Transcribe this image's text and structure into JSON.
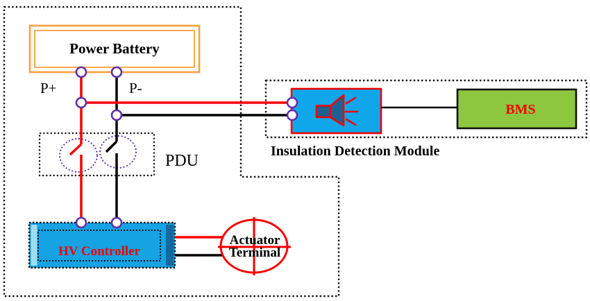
{
  "diagram": {
    "type": "hv-system-schematic",
    "battery": {
      "label": "Power Battery",
      "positive_terminal": "P+",
      "negative_terminal": "P-"
    },
    "pdu": {
      "label": "PDU"
    },
    "hv_controller": {
      "label": "HV Controller"
    },
    "actuator_terminal": {
      "label_line1": "Actuator",
      "label_line2": "Terminal"
    },
    "insulation_module": {
      "label": "Insulation Detection Module"
    },
    "bms": {
      "label": "BMS"
    },
    "colors": {
      "positive_wire": "#F40000",
      "negative_wire": "#000000",
      "battery_outline": "#F9A13C",
      "node_ring": "#6030A8",
      "contactor_ring": "#5A35C0",
      "module_fill": "#0FA7EA",
      "module_border": "#F40000",
      "hv_controller_fill": "#16A3E3",
      "hv_bevel_light": "#9FDCF2",
      "hv_bevel_dark": "#15689E",
      "speaker_fill": "#1F618E",
      "bms_fill": "#8DC63F",
      "red_text": "#F40000",
      "dotted_border": "#111111"
    }
  }
}
